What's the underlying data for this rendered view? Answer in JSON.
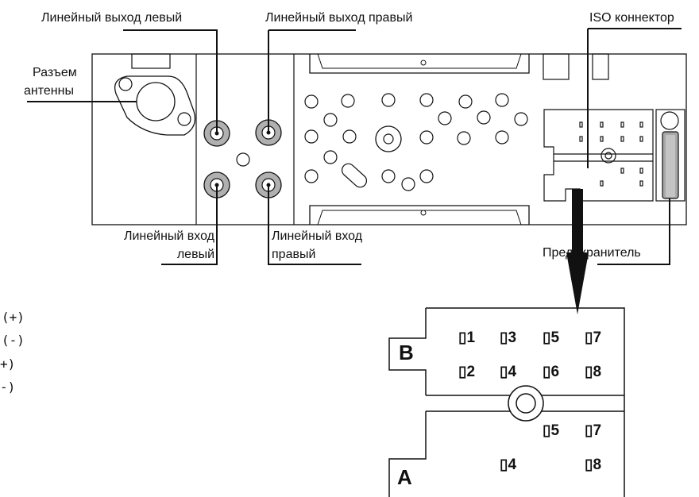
{
  "labels": {
    "line_out_left": "Линейный выход левый",
    "line_out_right": "Линейный выход правый",
    "iso_connector": "ISO коннектор",
    "antenna_line1": "Разъем",
    "antenna_line2": "антенны",
    "line_in_left_line1": "Линейный вход",
    "line_in_left_line2": "левый",
    "line_in_right_line1": "Линейный вход",
    "line_in_right_line2": "правый",
    "fuse": "Предохранитель"
  },
  "side_fragments": [
    "(+)",
    "(-)",
    "+)",
    "-)"
  ],
  "connector": {
    "block_b": "B",
    "block_a": "A",
    "b_row1": [
      "▯1",
      "▯3",
      "▯5",
      "▯7"
    ],
    "b_row2": [
      "▯2",
      "▯4",
      "▯6",
      "▯8"
    ],
    "a_row1": [
      "▯5",
      "▯7"
    ],
    "a_row2": [
      "▯4",
      "▯8"
    ]
  },
  "colors": {
    "jack_fill": "#b0b0b0",
    "fuse_fill": "#a8a8a8",
    "line": "#111111"
  }
}
